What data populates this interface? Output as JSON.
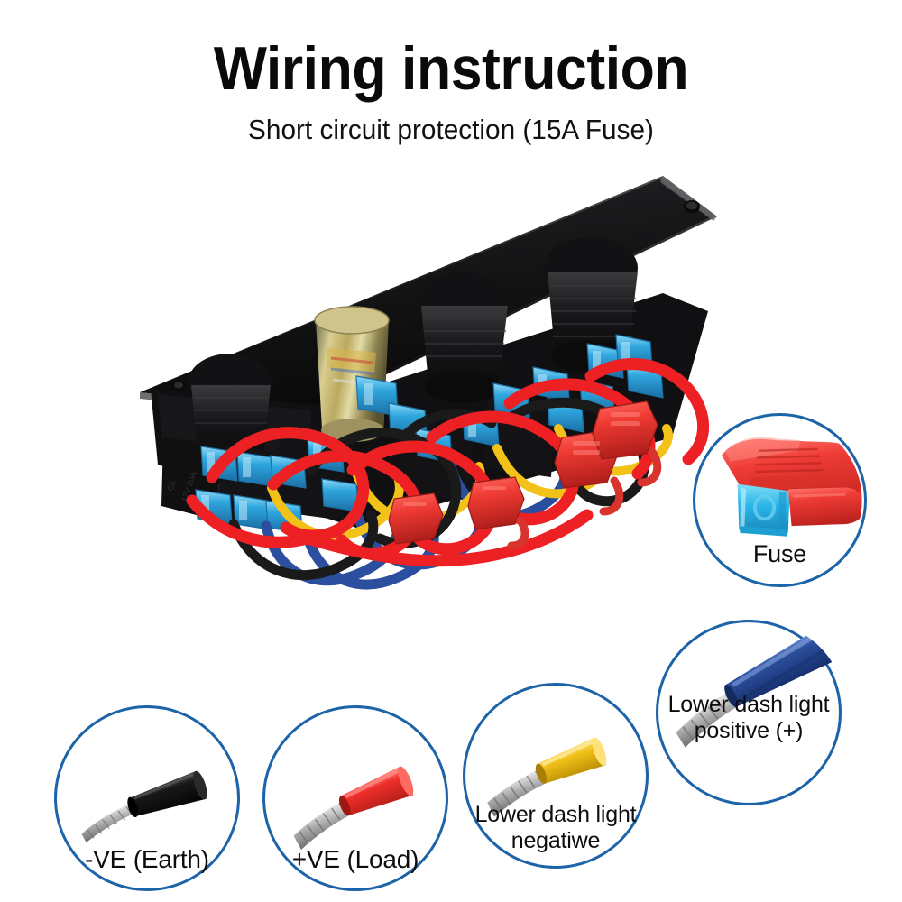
{
  "header": {
    "title": "Wiring instruction",
    "subtitle": "Short circuit protection (15A Fuse)"
  },
  "colors": {
    "circle_outline": "#1c63a8",
    "wire_red": "#ed2024",
    "wire_black": "#1a1a1a",
    "wire_yellow": "#f2c219",
    "wire_blue": "#2b4f9e",
    "connector_blue": "#29a3dd",
    "fuse_holder_red": "#ef3b36",
    "fuse_body_blue": "#2ab5e8",
    "panel_black": "#141414",
    "text": "#0d0d0d",
    "background": "#ffffff"
  },
  "photo": {
    "name": "marine-switch-panel-rear-wiring-photo",
    "description": "Rear view of a black rocker switch panel with USB and cigarette-lighter sockets, tangled red, black, yellow and blue wires with blue insulated spade connectors and red inline fuse holders"
  },
  "callouts": [
    {
      "id": "fuse",
      "label": "Fuse",
      "wire_color": "#ef3b36",
      "icon": "fuse-holder-icon"
    },
    {
      "id": "earth",
      "label": "-VE (Earth)",
      "wire_color": "#1a1a1a",
      "icon": "black-wire-icon"
    },
    {
      "id": "load",
      "label": "+VE (Load)",
      "wire_color": "#ed2024",
      "icon": "red-wire-icon"
    },
    {
      "id": "dash_negative",
      "label": "Lower dash light negatiwe",
      "label_line1": "Lower dash light",
      "label_line2": "negatiwe",
      "wire_color": "#f2c219",
      "icon": "yellow-wire-icon"
    },
    {
      "id": "dash_positive",
      "label": "Lower dash light positive (+)",
      "label_line1": "Lower dash light",
      "label_line2": "positive (+)",
      "wire_color": "#2b4f9e",
      "icon": "blue-wire-icon"
    }
  ]
}
